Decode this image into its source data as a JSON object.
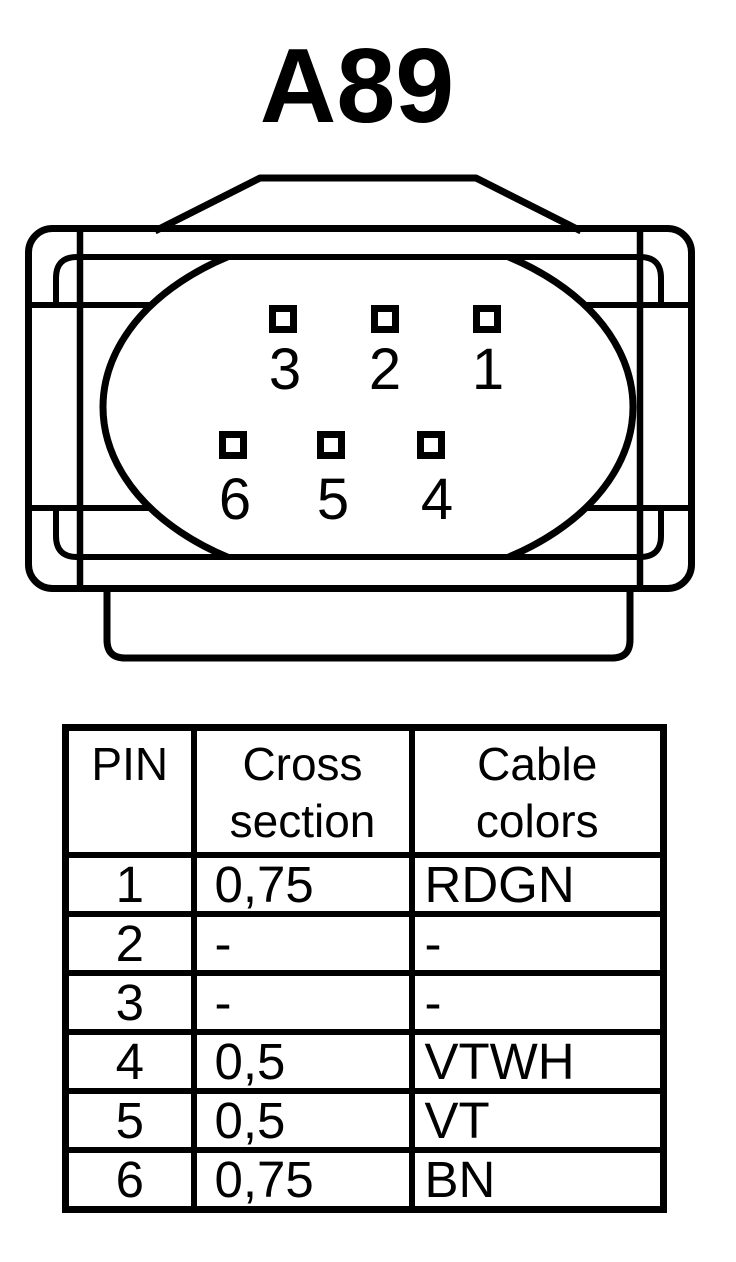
{
  "colors": {
    "ink": "#000000",
    "paper": "#ffffff"
  },
  "title": "A89",
  "connector": {
    "description": "6-pin connector face view",
    "pin_rows": {
      "top": [
        "3",
        "2",
        "1"
      ],
      "bottom": [
        "6",
        "5",
        "4"
      ]
    }
  },
  "pin_table": {
    "headers": [
      "PIN",
      "Cross section",
      "Cable colors"
    ],
    "rows": [
      {
        "pin": "1",
        "cross_section": "0,75",
        "cable_color": "RDGN"
      },
      {
        "pin": "2",
        "cross_section": "-",
        "cable_color": "-"
      },
      {
        "pin": "3",
        "cross_section": "-",
        "cable_color": "-"
      },
      {
        "pin": "4",
        "cross_section": "0,5",
        "cable_color": "VTWH"
      },
      {
        "pin": "5",
        "cross_section": "0,5",
        "cable_color": "VT"
      },
      {
        "pin": "6",
        "cross_section": "0,75",
        "cable_color": "BN"
      }
    ]
  }
}
